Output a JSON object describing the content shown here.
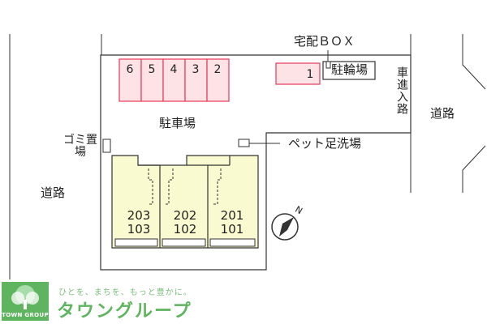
{
  "map": {
    "parking_label": "駐車場",
    "stalls": [
      "6",
      "5",
      "4",
      "3",
      "2"
    ],
    "stall_extra": "1",
    "bike_parking": "駐輪場",
    "delivery_box": "宅配ＢＯＸ",
    "vehicle_entrance": "車進入路",
    "road_left": "道路",
    "road_right": "道路",
    "garbage": "ゴミ置場",
    "pet_wash": "ペット足洗場",
    "units": [
      {
        "upper": "203",
        "lower": "103"
      },
      {
        "upper": "202",
        "lower": "102"
      },
      {
        "upper": "201",
        "lower": "101"
      }
    ],
    "compass": "N"
  },
  "brand": {
    "slogan": "ひとを、まちを、もっと豊かに。",
    "name": "タウングループ",
    "logo_text": "TOWN GROUP"
  },
  "colors": {
    "parking_stall": "#e8385a",
    "parking_fill": "#fde2e6",
    "building_fill": "#fafad0",
    "brand_green": "#5fb45f"
  }
}
